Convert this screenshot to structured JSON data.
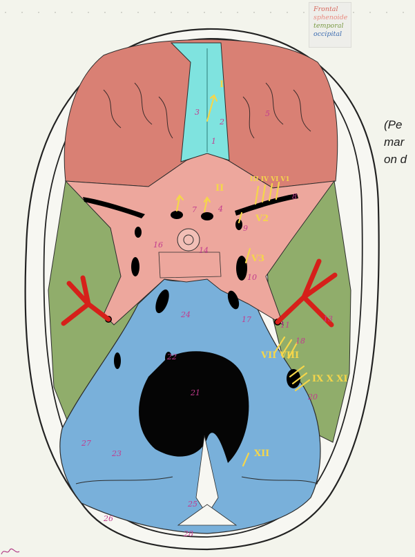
{
  "legend": {
    "entries": [
      {
        "label": "Frontal",
        "color": "#d7695d"
      },
      {
        "label": "sphenoide",
        "color": "#e98b80"
      },
      {
        "label": "temporal",
        "color": "#7a9a45"
      },
      {
        "label": "occipital",
        "color": "#3b6bb0"
      }
    ]
  },
  "note": {
    "line1": "(Pe",
    "line2": "mar",
    "line3": "on d"
  },
  "bone_colors": {
    "frontal": "#d98074",
    "ethmoid": "#7fe3df",
    "sphenoid": "#eda79d",
    "temporal": "#90ad6b",
    "occipital": "#79b0da",
    "foramen_magnum": "#050505",
    "vessel": "#d6201a",
    "nerve_label": "#f5d64a",
    "number_label": "#c23b8e"
  },
  "nerve_labels": [
    "I",
    "II",
    "III IV VI V1",
    "V2",
    "V3",
    "VII VIII",
    "IX X XI",
    "XII"
  ],
  "region_numbers": [
    "1",
    "2",
    "3",
    "4",
    "5",
    "7",
    "8",
    "9",
    "10",
    "11",
    "13",
    "14",
    "16",
    "17",
    "18",
    "20",
    "21",
    "22",
    "23",
    "24",
    "25",
    "26",
    "27",
    "28"
  ]
}
